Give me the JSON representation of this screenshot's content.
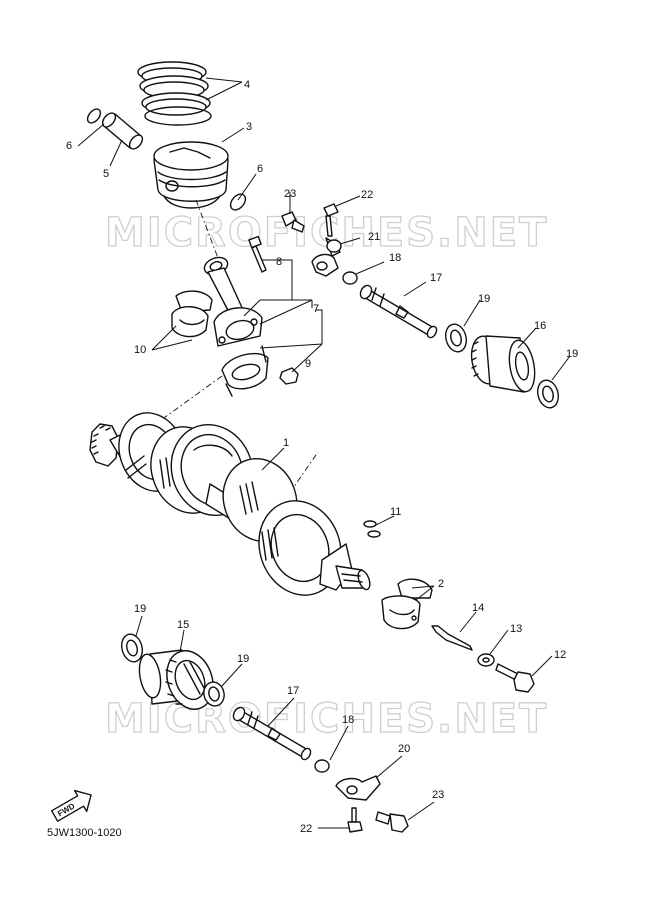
{
  "watermark": {
    "text": "MICROFICHES.NET"
  },
  "callouts": {
    "c1": "1",
    "c2": "2",
    "c3": "3",
    "c4": "4",
    "c5": "5",
    "c6a": "6",
    "c6b": "6",
    "c7": "7",
    "c8": "8",
    "c9": "9",
    "c10": "10",
    "c11": "11",
    "c12": "12",
    "c13": "13",
    "c14": "14",
    "c15": "15",
    "c16": "16",
    "c17a": "17",
    "c17b": "17",
    "c18a": "18",
    "c18b": "18",
    "c19a": "19",
    "c19b": "19",
    "c19c": "19",
    "c19d": "19",
    "c20": "20",
    "c21": "21",
    "c22a": "22",
    "c22b": "22",
    "c23a": "23",
    "c23b": "23"
  },
  "fwd_label": "FWD",
  "diagram_code": "5JW1300-1020",
  "fwd_icon": "forward-arrow-icon"
}
